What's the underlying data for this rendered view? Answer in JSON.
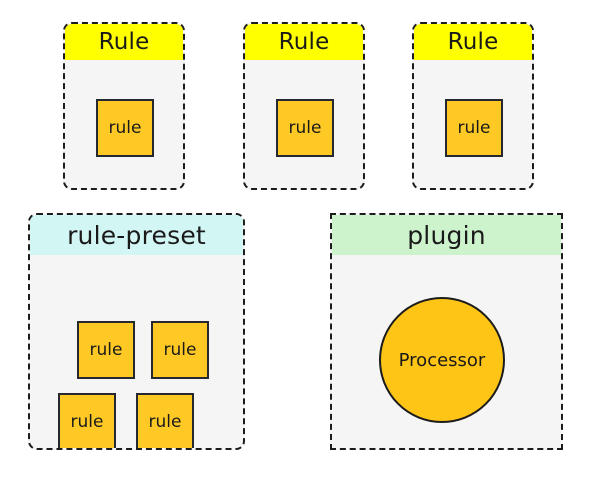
{
  "diagram": {
    "type": "component-containment-diagram",
    "background": "#ffffff",
    "palette": {
      "rule_header": "#ffff00",
      "preset_header": "#d2f6f4",
      "plugin_header": "#cdf3cd",
      "body": "#f5f5f5",
      "inner_fill": "#ffc925",
      "circle_fill": "#ffc516",
      "border": "#1c1c1c"
    },
    "top_row": [
      {
        "title": "Rule",
        "child": "rule"
      },
      {
        "title": "Rule",
        "child": "rule"
      },
      {
        "title": "Rule",
        "child": "rule"
      }
    ],
    "bottom_row": {
      "preset": {
        "title": "rule-preset",
        "children": [
          "rule",
          "rule",
          "rule",
          "rule"
        ]
      },
      "plugin": {
        "title": "plugin",
        "child": "Processor"
      }
    }
  }
}
